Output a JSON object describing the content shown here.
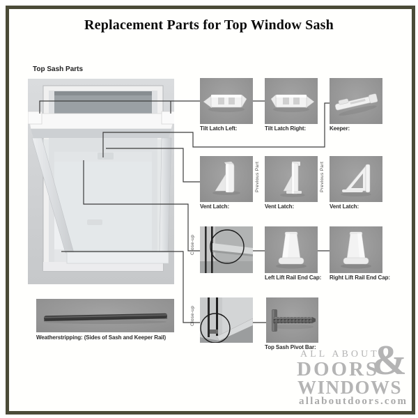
{
  "title": "Replacement Parts for Top Window Sash",
  "section_label": "Top Sash Parts",
  "annotations": {
    "previous_part": "Previous Part",
    "close_up": "Close-up"
  },
  "labels": {
    "tilt_latch_left": "Tilt Latch Left:",
    "tilt_latch_right": "Tilt Latch Right:",
    "keeper": "Keeper:",
    "vent_latch_a": "Vent Latch:",
    "vent_latch_b": "Vent Latch:",
    "vent_latch_c": "Vent Latch:",
    "left_lift_rail_end_cap": "Left Lift Rail End Cap:",
    "right_lift_rail_end_cap": "Right Lift Rail End Cap:",
    "top_sash_pivot_bar": "Top Sash Pivot Bar:",
    "weatherstripping": "Weatherstripping: (Sides of Sash and Keeper Rail)"
  },
  "logo": {
    "line_top": "ALL ABOUT",
    "line_middle": "DOORS",
    "ampersand": "&",
    "line_bottom": "WINDOWS",
    "website": "allaboutdoors.com"
  },
  "colors": {
    "frame_border": "#4b4b38",
    "callout_line": "#3c3c3c",
    "part_image_background": "#969696",
    "logo_gray": "#b4b4b4"
  }
}
